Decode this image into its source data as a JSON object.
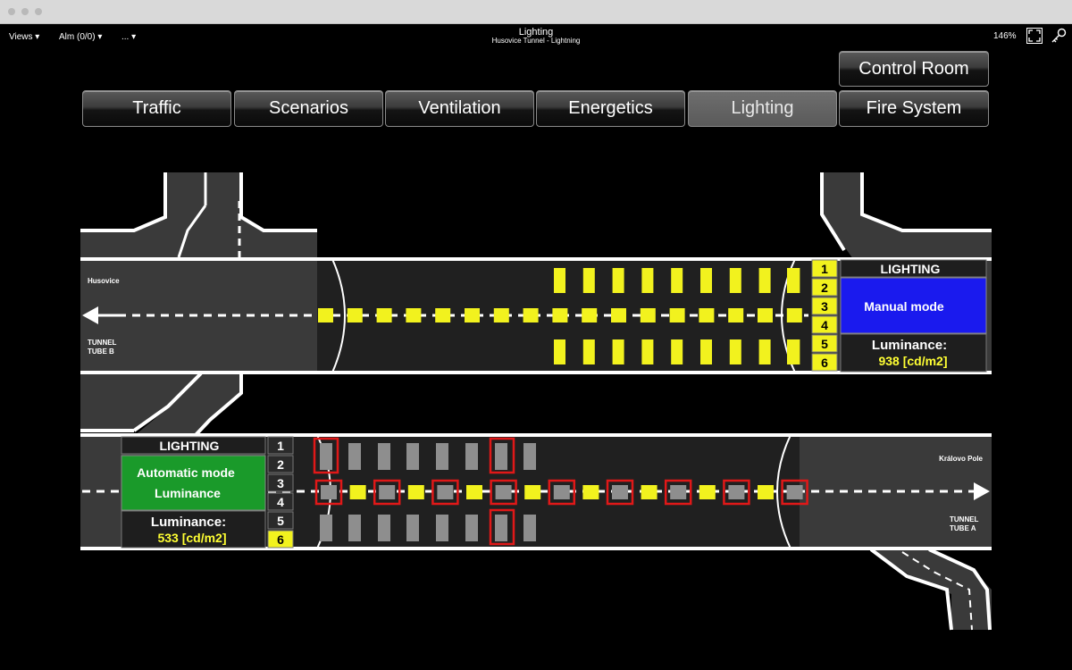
{
  "window": {
    "title": "Lighting",
    "subtitle": "Husovice Tunnel - Lightning"
  },
  "toolbar": {
    "views": "Views ▾",
    "alarms": "Alm (0/0) ▾",
    "more": "... ▾",
    "zoom": "146%"
  },
  "nav": {
    "control_room": "Control Room",
    "tabs": [
      {
        "label": "Traffic"
      },
      {
        "label": "Scenarios"
      },
      {
        "label": "Ventilation"
      },
      {
        "label": "Energetics"
      },
      {
        "label": "Lighting",
        "active": true
      },
      {
        "label": "Fire System"
      }
    ]
  },
  "tube_b": {
    "place": "Husovice",
    "name_line1": "TUNNEL",
    "name_line2": "TUBE B",
    "panel_title": "LIGHTING",
    "mode": "Manual mode",
    "mode_color": "#1a1aee",
    "luminance_label": "Luminance:",
    "luminance_value": "938 [cd/m2]",
    "levels": [
      "1",
      "2",
      "3",
      "4",
      "5",
      "6"
    ]
  },
  "tube_a": {
    "place": "Královo Pole",
    "name_line1": "TUNNEL",
    "name_line2": "TUBE A",
    "panel_title": "LIGHTING",
    "mode_line1": "Automatic mode",
    "mode_line2": "Luminance",
    "mode_color": "#1a9a2a",
    "luminance_label": "Luminance:",
    "luminance_value": "533 [cd/m2]",
    "levels": [
      "1",
      "2",
      "3",
      "4",
      "5",
      "6"
    ]
  },
  "colors": {
    "lamp_on": "#f2f21e",
    "lamp_off": "#8e8e8e",
    "fault": "#e01818",
    "value_yellow": "#ffff33"
  }
}
